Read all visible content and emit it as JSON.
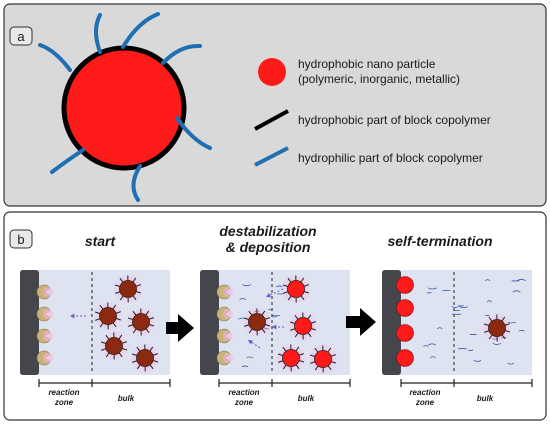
{
  "panel_a": {
    "tag": "a",
    "legend": [
      {
        "id": "particle",
        "line1": "hydrophobic nano particle",
        "line2": "(polymeric, inorganic, metallic)"
      },
      {
        "id": "hydrophobic",
        "line1": "hydrophobic part of block copolymer"
      },
      {
        "id": "hydrophilic",
        "line1": "hydrophilic part of block copolymer"
      }
    ]
  },
  "panel_b": {
    "tag": "b",
    "stages": [
      {
        "title1": "start",
        "title2": "",
        "reaction1": "reaction",
        "reaction2": "zone",
        "bulk": "bulk"
      },
      {
        "title1": "destabilization",
        "title2": "& deposition",
        "reaction1": "reaction",
        "reaction2": "zone",
        "bulk": "bulk"
      },
      {
        "title1": "self-termination",
        "title2": "",
        "reaction1": "reaction",
        "reaction2": "zone",
        "bulk": "bulk"
      }
    ]
  },
  "colors": {
    "particle_red": "#ff1a1a",
    "hydrophobic": "#000000",
    "hydrophilic": "#1f6fb2",
    "panel_bg": "#d8d8d8",
    "cell_bg": "#dde3f0",
    "electrode": "#45454c",
    "dark_particle": "#8b2a10",
    "halo": "#f2a6d8"
  }
}
